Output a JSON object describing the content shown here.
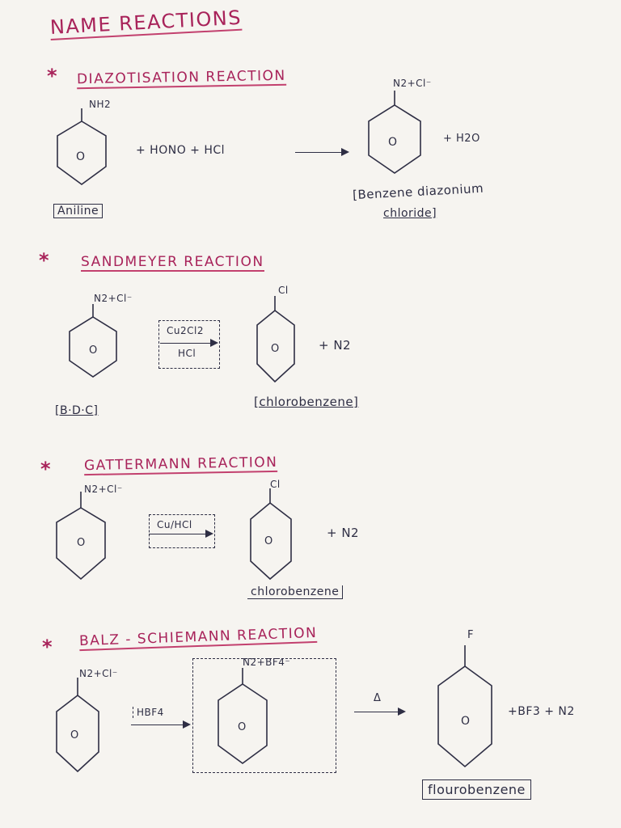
{
  "title": "NAME REACTIONS",
  "bullet": "*",
  "ring_center": "O",
  "reactions": [
    {
      "heading": "DIAZOTISATION REACTION",
      "substituent": "NH2",
      "reagents": "+ HONO + HCl",
      "product_substituent": "N2+Cl⁻",
      "byproduct": "+ H2O",
      "reactant_name": "Aniline",
      "product_name_line1": "[Benzene diazonium",
      "product_name_line2": "chloride]"
    },
    {
      "heading": "SANDMEYER REACTION",
      "substituent": "N2+Cl⁻",
      "reagent_top": "Cu2Cl2",
      "reagent_bottom": "HCl",
      "product_substituent": "Cl",
      "byproduct": "+ N2",
      "reactant_name": "[B·D·C]",
      "product_name": "[chlorobenzene]"
    },
    {
      "heading": "GATTERMANN REACTION",
      "substituent": "N2+Cl⁻",
      "reagent": "Cu/HCl",
      "product_substituent": "Cl",
      "byproduct": "+ N2",
      "product_name": "chlorobenzene"
    },
    {
      "heading": "BALZ - SCHIEMANN REACTION",
      "substituent": "N2+Cl⁻",
      "reagent": "HBF4",
      "intermediate_substituent": "N2+BF4⁻",
      "heat": "Δ",
      "product_substituent": "F",
      "byproduct": "+BF3 + N2",
      "product_name": "flourobenzene"
    }
  ]
}
